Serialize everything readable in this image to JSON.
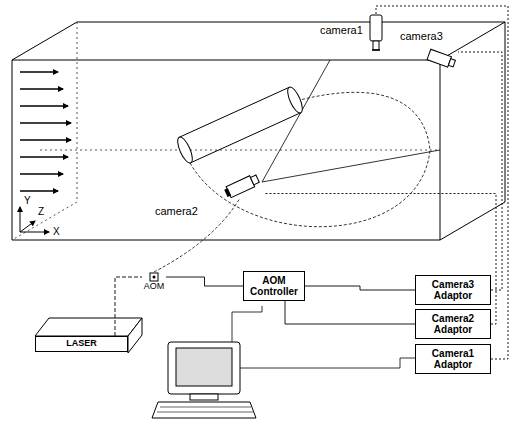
{
  "diagram": {
    "nodes": [
      {
        "text": [
          "camera1"
        ]
      },
      {
        "text": [
          "camera3"
        ]
      },
      {
        "text": [
          "camera2"
        ]
      },
      {
        "text": [
          "AOM"
        ]
      },
      {
        "text": [
          "AOM Controller"
        ]
      },
      {
        "text": [
          "Camera3 Adaptor"
        ]
      },
      {
        "text": [
          "Camera2 Adaptor"
        ]
      },
      {
        "text": [
          "LASER"
        ]
      },
      {
        "text": [
          "Camera1 Adaptor"
        ]
      }
    ],
    "edges": [
      {
        "from": 7,
        "to": 3,
        "arrow": "none"
      },
      {
        "from": 3,
        "to": 4,
        "arrow": "none"
      },
      {
        "from": 4,
        "to": 5,
        "arrow": "none"
      },
      {
        "from": 4,
        "to": 6,
        "arrow": "none"
      },
      {
        "from": 5,
        "to": 1,
        "arrow": "none"
      },
      {
        "from": 6,
        "to": 2,
        "arrow": "none"
      },
      {
        "from": 8,
        "to": 0,
        "arrow": "none"
      }
    ],
    "labels": [
      "Y",
      "Z",
      "X"
    ]
  }
}
